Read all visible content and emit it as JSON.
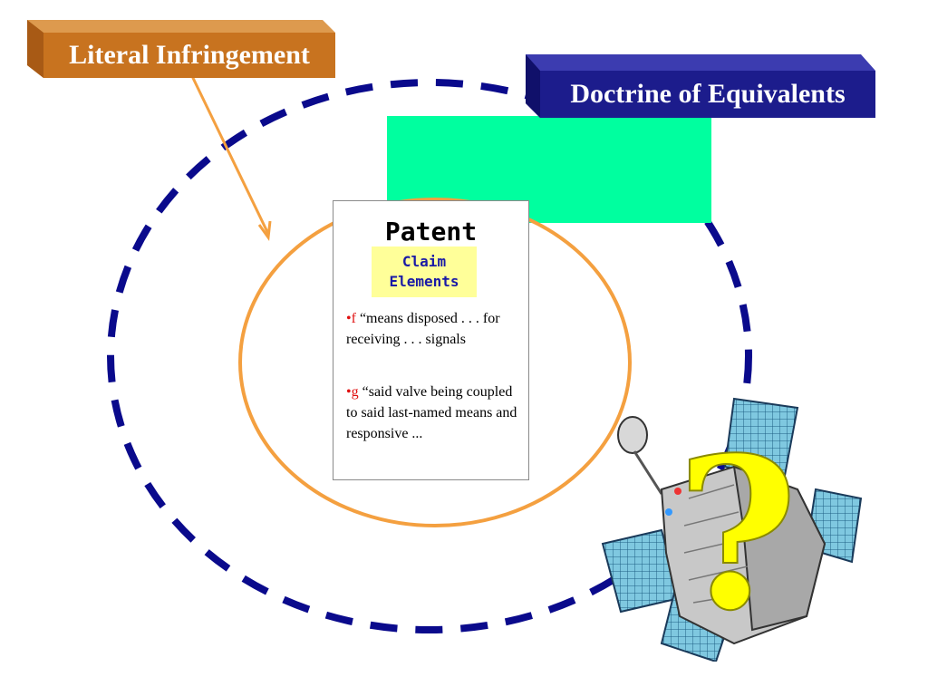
{
  "labels": {
    "literal_infringement": "Literal Infringement",
    "doctrine_of_equivalents": "Doctrine of Equivalents"
  },
  "patent": {
    "title": "Patent",
    "badge_line1": "Claim",
    "badge_line2": "Elements",
    "claims": [
      {
        "marker": "•f",
        "text": "“means disposed  . . . for receiving . . . signals"
      },
      {
        "marker": "•g",
        "text": "“said valve being coupled  to said last-named means and responsive ..."
      }
    ]
  },
  "question_mark": "?",
  "colors": {
    "orange_box": "#c8731f",
    "navy_box": "#1c1c8c",
    "green_rect": "#00ff9f",
    "orange_circle": "#f4a040",
    "dashed_ellipse": "#0a0a8c",
    "badge": "#ffff99",
    "question": "#ffff00"
  }
}
